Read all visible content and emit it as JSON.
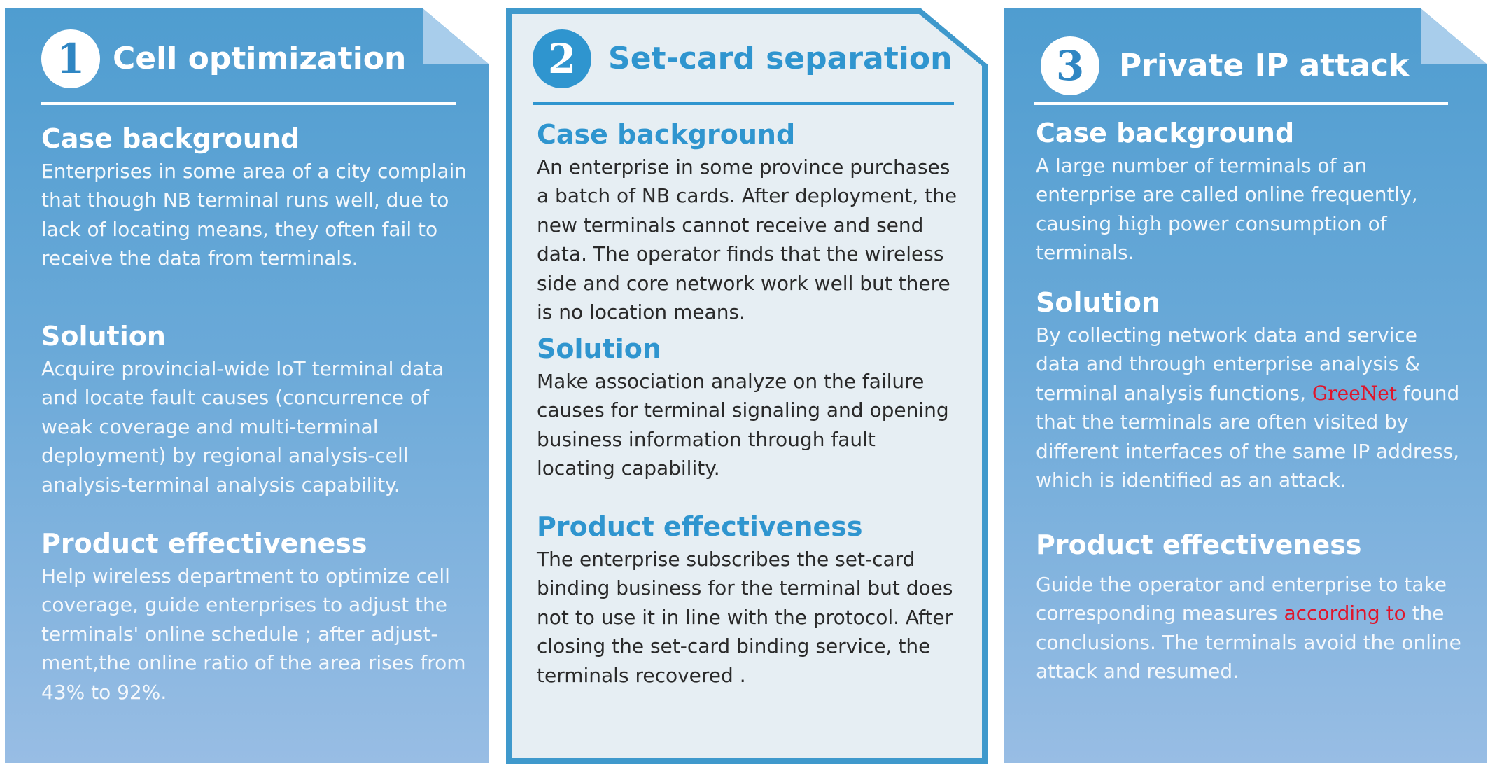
{
  "cards": [
    {
      "number": "1",
      "title": "Cell optimization",
      "background_heading": "Case background",
      "background_text": "Enterprises in some area of a city complain that though NB terminal runs well, due to lack of locating means, they often fail to receive the data from terminals.",
      "solution_heading": "Solution",
      "solution_text": "Acquire provincial-wide IoT terminal data and locate fault causes (concurrence of weak coverage and multi-terminal deployment) by regional analysis-cell analysis-terminal analysis capability.",
      "effect_heading": "Product effectiveness",
      "effect_text": "Help wireless department to optimize cell coverage, guide enterprises to adjust the terminals' online schedule ; after adjust-ment,the online ratio of the area rises from 43% to 92%."
    },
    {
      "number": "2",
      "title": "Set-card separation",
      "background_heading": "Case background",
      "background_text": "An enterprise in some province purchases a batch of NB cards. After deployment, the new terminals cannot receive and send data. The operator finds that the wireless side and core network work well but there is no location means.",
      "solution_heading": "Solution",
      "solution_text": "Make association analyze on the failure causes for terminal signaling and opening business information through fault locating capability.",
      "effect_heading": "Product effectiveness",
      "effect_text": "The enterprise subscribes the set-card binding business for the terminal but does not to use it in line with the protocol. After closing the set-card binding service, the terminals recovered ."
    },
    {
      "number": "3",
      "title": "Private IP attack",
      "background_heading": "Case background",
      "background_text_a": "A large number of terminals of an enterprise are called online frequently, causing ",
      "background_text_b": "high",
      "background_text_c": " power consumption of terminals.",
      "solution_heading": "Solution",
      "solution_text_a": "By collecting network data and service data and through enterprise analysis & terminal analysis functions, ",
      "solution_text_b": "GreeNet",
      "solution_text_c": " found that the terminals are often visited by different interfaces of the same IP address, which is identified as an attack.",
      "effect_heading": "Product effectiveness",
      "effect_text_a": "Guide the operator and enterprise to take corresponding measures ",
      "effect_text_b": "according",
      "effect_text_c": " to",
      "effect_text_d": " the conclusions. The terminals avoid the online attack and resumed."
    }
  ],
  "colors": {
    "accent_blue": "#2f95cf",
    "highlight_red": "#e0152b"
  }
}
